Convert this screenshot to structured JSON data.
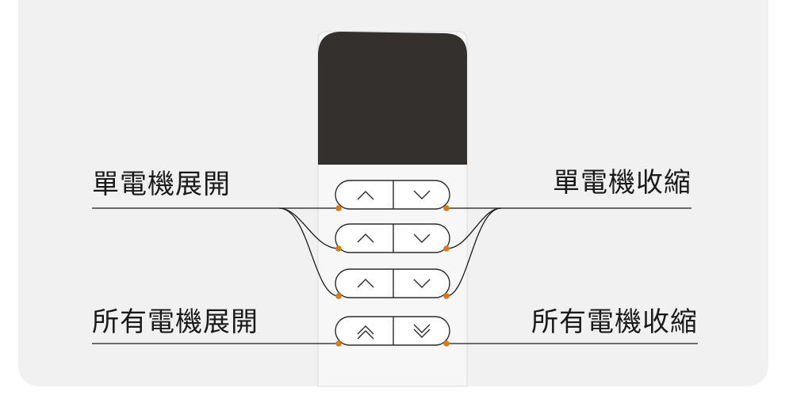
{
  "labels": {
    "single_motor_open": "單電機展開",
    "single_motor_close": "單電機收縮",
    "all_motors_open": "所有電機展開",
    "all_motors_close": "所有電機收縮"
  },
  "colors": {
    "background": "#ffffff",
    "panel": "#f1f1f1",
    "remote_body": "#f7f7f7",
    "remote_screen": "#34302d",
    "button_outline": "#2b2b2b",
    "indicator_dot": "#d27d1c",
    "leader_line": "#1a1a1a"
  },
  "remote": {
    "button_rows": [
      {
        "up_icon": "chevron-up-icon",
        "down_icon": "chevron-down-icon"
      },
      {
        "up_icon": "chevron-up-icon",
        "down_icon": "chevron-down-icon"
      },
      {
        "up_icon": "chevron-up-icon",
        "down_icon": "chevron-down-icon"
      },
      {
        "up_icon": "double-chevron-up-icon",
        "down_icon": "double-chevron-down-icon"
      }
    ]
  }
}
